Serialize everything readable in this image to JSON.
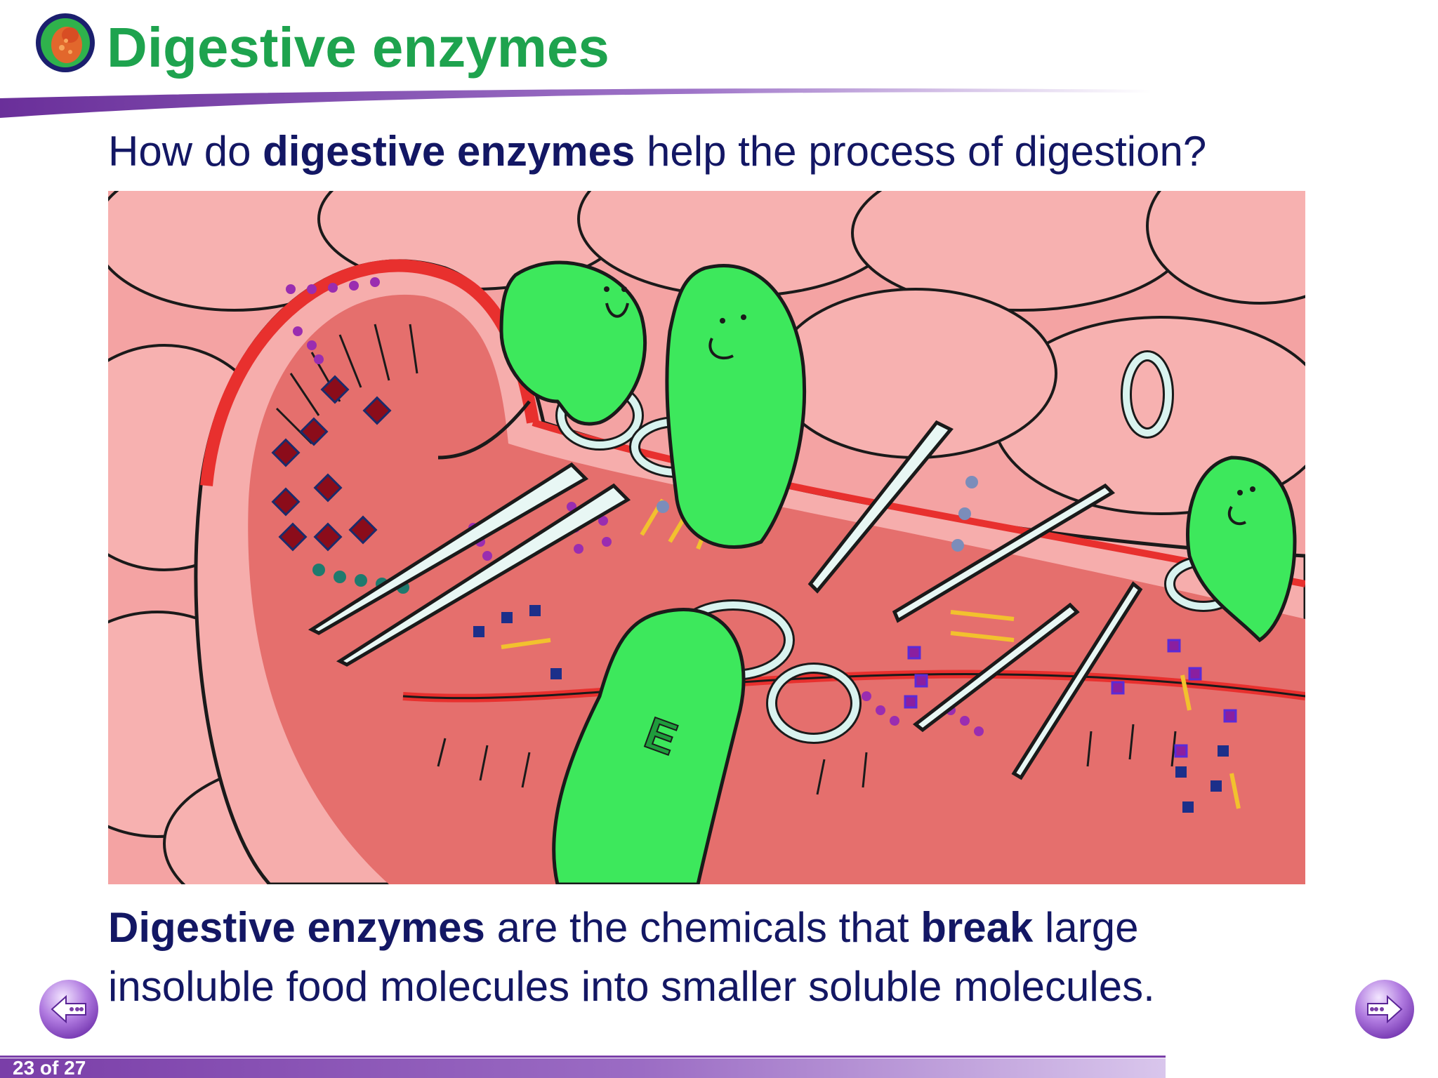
{
  "slide": {
    "title": "Digestive enzymes",
    "question": {
      "prefix": "How do ",
      "bold": "digestive enzymes",
      "suffix": " help the process of digestion?"
    },
    "definition": {
      "bold_1": "Digestive enzymes",
      "text_1": " are the chemicals that ",
      "bold_2": "break",
      "text_2": " large insoluble food molecules into smaller soluble molecules."
    },
    "enzyme_label": "E"
  },
  "navigation": {
    "previous_icon": "back-arrow-icon",
    "next_icon": "forward-arrow-icon",
    "page_counter": "23 of 27"
  },
  "colors": {
    "title": "#1ea34e",
    "body_text": "#131764",
    "accent_purple": "#7a3ea8",
    "gut_pink": "#f2a1a1",
    "gut_red": "#e8302e",
    "enzyme_green": "#3de85c"
  }
}
